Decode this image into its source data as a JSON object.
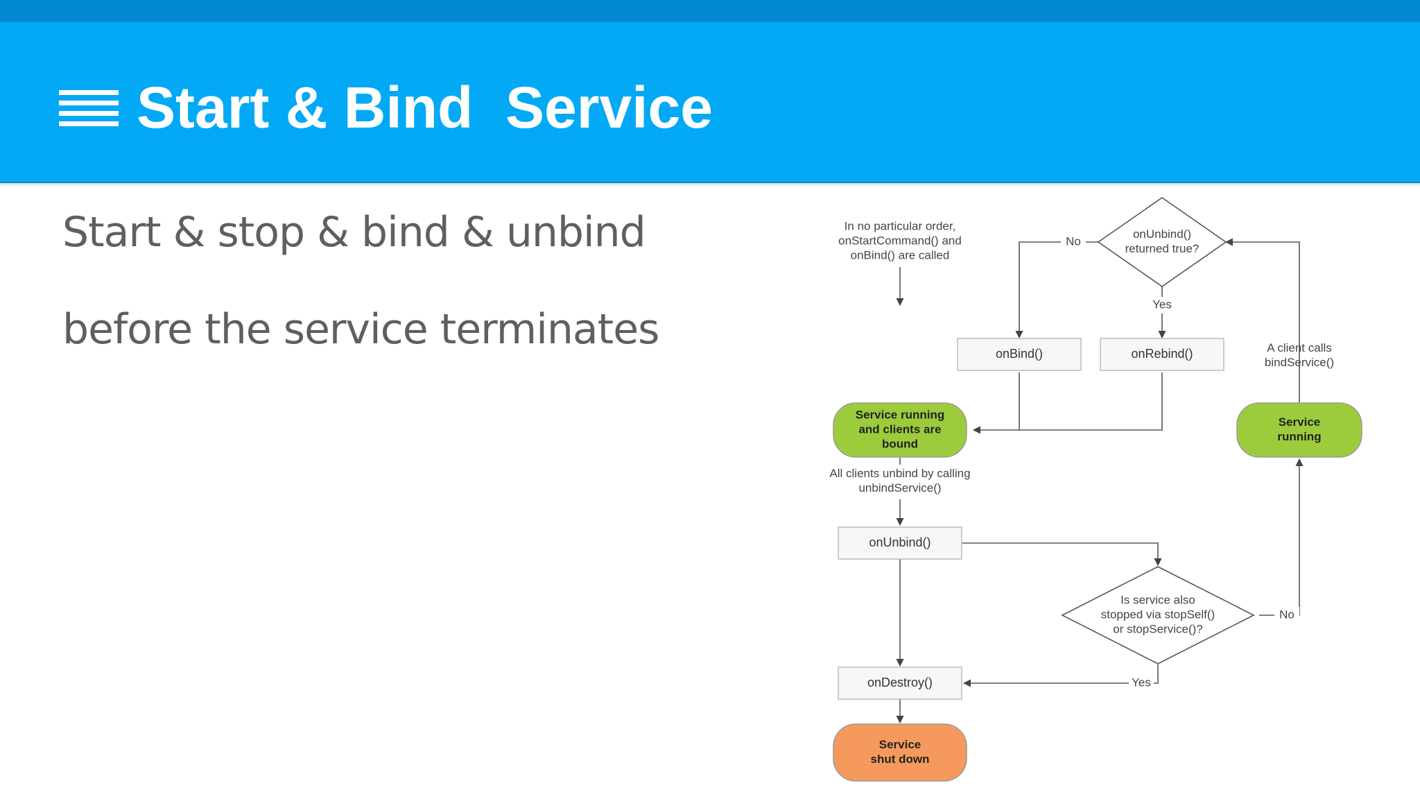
{
  "header": {
    "title": "Start & Bind  Service"
  },
  "body": {
    "line1": "Start & stop & bind & unbind",
    "line2": "before the service terminates"
  },
  "colors": {
    "header_bg": "#03a9f4",
    "top_strip": "#0288d1",
    "green_node": "#9ccc3c",
    "orange_node": "#f59a5c"
  },
  "diagram": {
    "note_order": [
      "In no particular order,",
      "onStartCommand() and",
      "onBind() are called"
    ],
    "decision_unbind": [
      "onUnbind()",
      "returned true?"
    ],
    "label_no_top": "No",
    "label_yes_top": "Yes",
    "box_onbind": "onBind()",
    "box_onrebind": "onRebind()",
    "note_client": [
      "A client calls",
      "bindService()"
    ],
    "node_bound": [
      "Service running",
      "and clients are",
      "bound"
    ],
    "node_running": [
      "Service",
      "running"
    ],
    "note_unbind_all": [
      "All clients unbind by calling",
      "unbindService()"
    ],
    "box_onunbind": "onUnbind()",
    "decision_stopped": [
      "Is service also",
      "stopped via stopSelf()",
      "or stopService()?"
    ],
    "label_no_bottom": "No",
    "label_yes_bottom": "Yes",
    "box_ondestroy": "onDestroy()",
    "node_shutdown": [
      "Service",
      "shut down"
    ]
  }
}
